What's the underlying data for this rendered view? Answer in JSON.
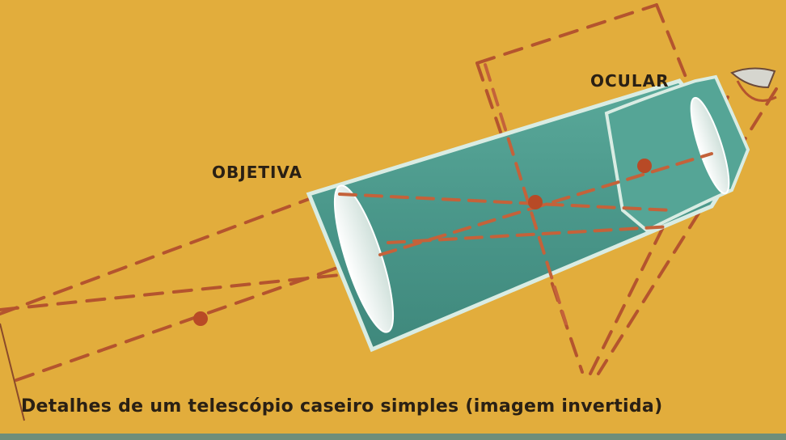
{
  "labels": {
    "objective": "OBJETIVA",
    "eyepiece": "OCULAR"
  },
  "caption": "Detalhes de um telescópio caseiro simples (imagem invertida)",
  "colors": {
    "background": "#e2ad3c",
    "tube": "#4f9c8e",
    "tube_highlight": "#cfe6dc",
    "lens": "#e8efe9",
    "ray": "#b4542e",
    "focal_point": "#b84a26",
    "text": "#2a2014"
  }
}
